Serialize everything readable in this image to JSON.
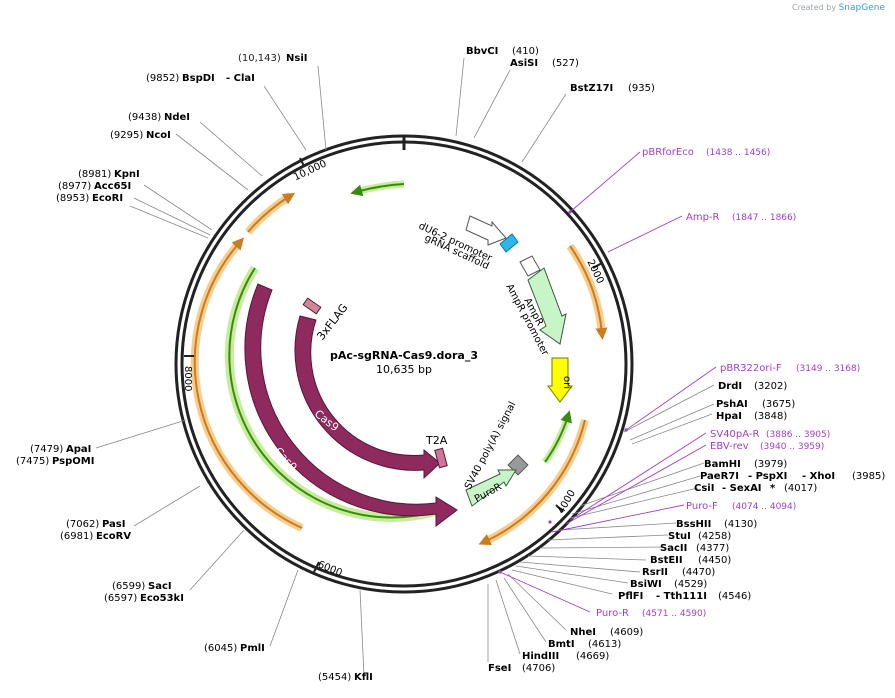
{
  "brand": {
    "created_by": "Created by",
    "app": "SnapGene"
  },
  "plasmid": {
    "name": "pAc-sgRNA-Cas9.dora_3",
    "size": "10,635 bp",
    "total_bp": 10635
  },
  "colors": {
    "backbone": "#222222",
    "cas9": "#8e2a5d",
    "orange_line": "#c97d22",
    "orange_glow": "#f8cc8a",
    "green_line": "#3a8a10",
    "green_glow": "#c5ed9b",
    "primer": "#a13ec9",
    "ampR_fill": "#c8f5c8",
    "ori_fill": "#ffff00",
    "puro_fill": "#c8f5c8",
    "scaffold_fill": "#29b8ea",
    "gray_fill": "#999999"
  },
  "ticks": [
    "2000",
    "4000",
    "6000",
    "8000",
    "10,000"
  ],
  "sites_left": [
    {
      "name": "NsiI",
      "pos": "(10,143)"
    },
    {
      "name": "BspDI",
      "pos": "(9852)",
      "extra": "- ClaI"
    },
    {
      "name": "NdeI",
      "pos": "(9438)"
    },
    {
      "name": "NcoI",
      "pos": "(9295)"
    },
    {
      "name": "KpnI",
      "pos": "(8981)"
    },
    {
      "name": "Acc65I",
      "pos": "(8977)"
    },
    {
      "name": "EcoRI",
      "pos": "(8953)"
    },
    {
      "name": "ApaI",
      "pos": "(7479)"
    },
    {
      "name": "PspOMI",
      "pos": "(7475)"
    },
    {
      "name": "PasI",
      "pos": "(7062)"
    },
    {
      "name": "EcoRV",
      "pos": "(6981)"
    },
    {
      "name": "SacI",
      "pos": "(6599)"
    },
    {
      "name": "Eco53kI",
      "pos": "(6597)"
    },
    {
      "name": "PmlI",
      "pos": "(6045)"
    },
    {
      "name": "KflI",
      "pos": "(5454)"
    }
  ],
  "sites_top": [
    {
      "name": "BbvCI",
      "pos": "(410)"
    },
    {
      "name": "AsiSI",
      "pos": "(527)"
    },
    {
      "name": "BstZ17I",
      "pos": "(935)"
    }
  ],
  "primers": [
    {
      "name": "pBRforEco",
      "range": "(1438 .. 1456)"
    },
    {
      "name": "Amp-R",
      "range": "(1847 .. 1866)"
    },
    {
      "name": "pBR322ori-F",
      "range": "(3149 .. 3168)"
    },
    {
      "name": "SV40pA-R",
      "range": "(3886 .. 3905)"
    },
    {
      "name": "EBV-rev",
      "range": "(3940 .. 3959)"
    },
    {
      "name": "Puro-F",
      "range": "(4074 .. 4094)"
    },
    {
      "name": "Puro-R",
      "range": "(4571 .. 4590)"
    }
  ],
  "sites_right": [
    {
      "name": "DrdI",
      "pos": "(3202)"
    },
    {
      "name": "PshAI",
      "pos": "(3675)"
    },
    {
      "name": "HpaI",
      "pos": "(3848)"
    },
    {
      "name": "BamHI",
      "pos": "(3979)"
    },
    {
      "name": "PaeR7I",
      "mid": "- PspXI",
      "mid2": "- XhoI",
      "pos": "(3985)"
    },
    {
      "name": "CsiI",
      "mid": "- SexAI",
      "mid2": "*",
      "pos": "(4017)"
    },
    {
      "name": "BssHII",
      "pos": "(4130)"
    },
    {
      "name": "StuI",
      "pos": "(4258)"
    },
    {
      "name": "SacII",
      "pos": "(4377)"
    },
    {
      "name": "BstEII",
      "pos": "(4450)"
    },
    {
      "name": "RsrII",
      "pos": "(4470)"
    },
    {
      "name": "BsiWI",
      "pos": "(4529)"
    },
    {
      "name": "PflFI",
      "mid": "- Tth111I",
      "pos": "(4546)"
    },
    {
      "name": "NheI",
      "pos": "(4609)"
    },
    {
      "name": "BmtI",
      "pos": "(4613)"
    },
    {
      "name": "HindIII",
      "pos": "(4669)"
    },
    {
      "name": "FseI",
      "pos": "(4706)"
    }
  ],
  "features": {
    "u6": "dU6-2 promoter",
    "scaffold": "gRNA scaffold",
    "ampr_promoter": "AmpR promoter",
    "ampr": "AmpR",
    "ori": "ori",
    "sv40": "SV40 poly(A) signal",
    "puror": "PuroR",
    "t2a": "T2A",
    "flag": "3xFLAG",
    "cas9": "Cas9"
  }
}
